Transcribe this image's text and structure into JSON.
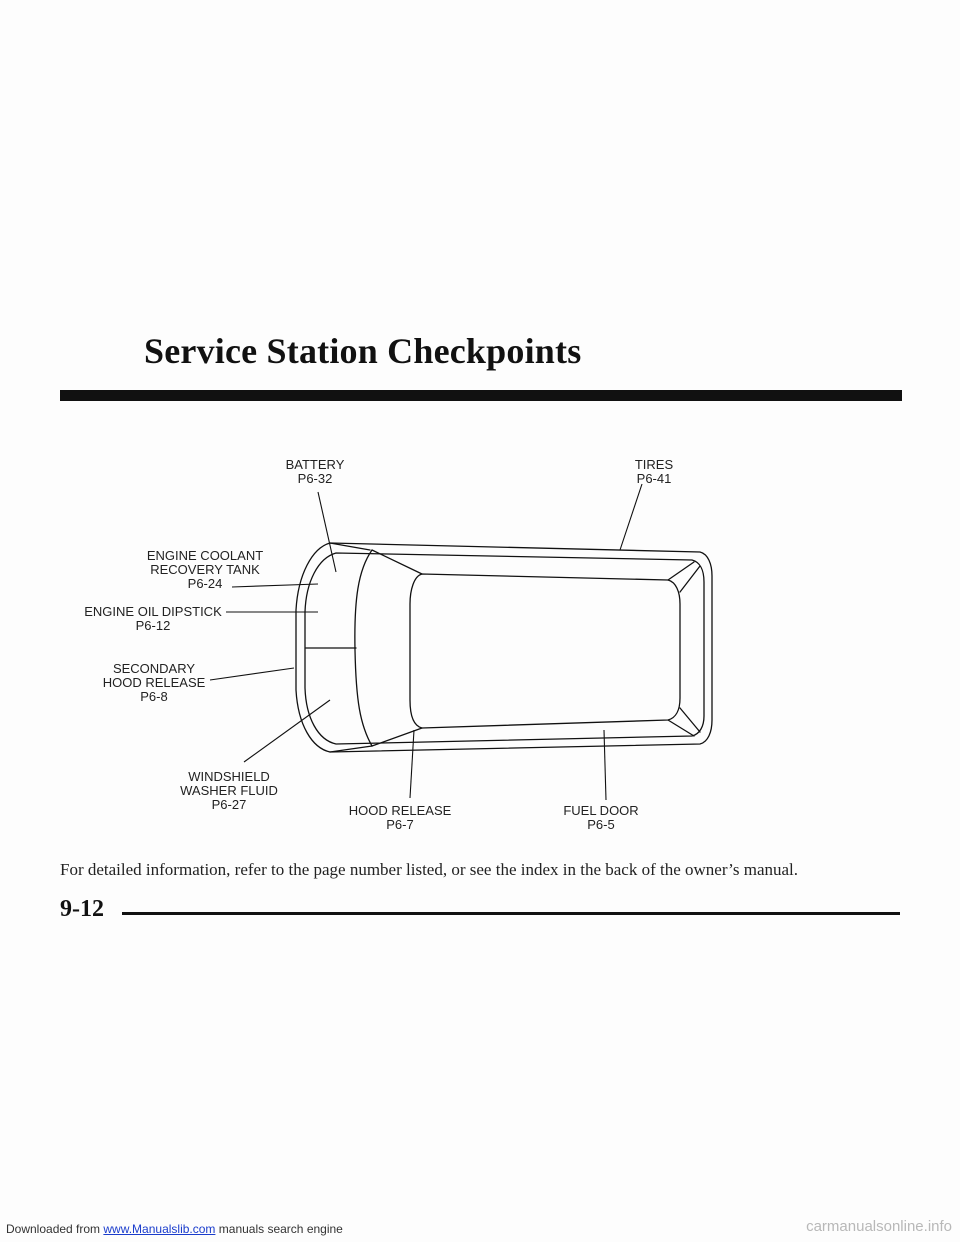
{
  "page": {
    "title": "Service Station Checkpoints",
    "caption": "For detailed information, refer to the page number listed, or see the index in the back of the owner’s manual.",
    "page_number": "9-12"
  },
  "labels": {
    "battery": {
      "name": "BATTERY",
      "ref": "P6-32"
    },
    "tires": {
      "name": "TIRES",
      "ref": "P6-41"
    },
    "engine_coolant": {
      "line1": "ENGINE COOLANT",
      "line2": "RECOVERY TANK",
      "ref": "P6-24"
    },
    "oil_dipstick": {
      "name": "ENGINE OIL DIPSTICK",
      "ref": "P6-12"
    },
    "secondary_hood": {
      "line1": "SECONDARY",
      "line2": "HOOD RELEASE",
      "ref": "P6-8"
    },
    "washer_fluid": {
      "line1": "WINDSHIELD",
      "line2": "WASHER FLUID",
      "ref": "P6-27"
    },
    "hood_release": {
      "name": "HOOD RELEASE",
      "ref": "P6-7"
    },
    "fuel_door": {
      "name": "FUEL DOOR",
      "ref": "P6-5"
    }
  },
  "footer": {
    "prefix": "Downloaded from ",
    "link": "www.Manualslib.com",
    "suffix": " manuals search engine",
    "watermark": "carmanualsonline.info"
  }
}
